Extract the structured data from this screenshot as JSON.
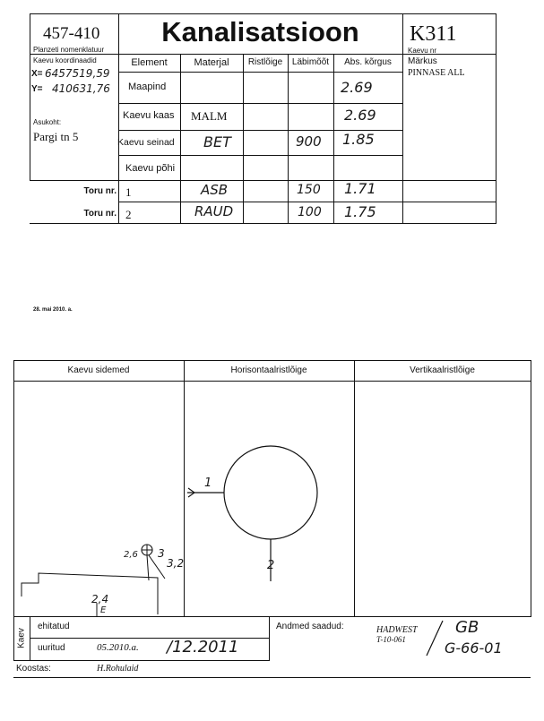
{
  "header": {
    "sheet_number": "457-410",
    "sheet_label": "Planzeti nomenklatuur",
    "title": "Kanalisatsioon",
    "well_number": "K311",
    "well_label": "Kaevu nr"
  },
  "left_info": {
    "coords_label": "Kaevu koordinaadid",
    "x_label": "X=",
    "x_value": "6457519,59",
    "y_label": "Y=",
    "y_value": "410631,76",
    "location_label": "Asukoht:",
    "location_value": "Pargi tn 5"
  },
  "table": {
    "columns": [
      "Element",
      "Materjal",
      "Ristlõige",
      "Läbimõõt",
      "Abs. kõrgus"
    ],
    "remarks_label": "Märkus",
    "remarks_value": "PINNASE ALL",
    "rows": [
      {
        "element": "Maapind",
        "material": "",
        "cross": "",
        "diameter": "",
        "height": "2.69"
      },
      {
        "element": "Kaevu kaas",
        "material": "MALM",
        "cross": "",
        "diameter": "",
        "height": "2.69"
      },
      {
        "element": "Kaevu seinad",
        "material": "BET",
        "cross": "",
        "diameter": "900",
        "height": "1.85"
      },
      {
        "element": "Kaevu põhi",
        "material": "",
        "cross": "",
        "diameter": "",
        "height": ""
      }
    ],
    "pipe_label": "Toru nr.",
    "pipes": [
      {
        "no": "1",
        "material": "ASB",
        "diameter": "150",
        "height": "1.71"
      },
      {
        "no": "2",
        "material": "RAUD",
        "diameter": "100",
        "height": "1.75"
      }
    ]
  },
  "date_note": "28. mai 2010. a.",
  "sketch": {
    "headers": [
      "Kaevu sidemed",
      "Horisontaalristlõige",
      "Vertikaalristlõige"
    ],
    "left_marks": [
      "2,6",
      "3",
      "3,2",
      "2,4",
      "E"
    ],
    "center_marks": [
      "1",
      "2"
    ]
  },
  "footer": {
    "side_label": "Kaev",
    "built_label": "ehitatud",
    "surveyed_label": "uuritud",
    "surveyed_date": "05.2010.a.",
    "surveyed_date2": "/12.2011",
    "data_source_label": "Andmed saadud:",
    "source_name": "HADWEST",
    "source_code": "T-10-061",
    "source_ref1": "GB",
    "source_ref2": "G-66-01",
    "composer_label": "Koostas:",
    "composer_name": "H.Rohulaid"
  }
}
